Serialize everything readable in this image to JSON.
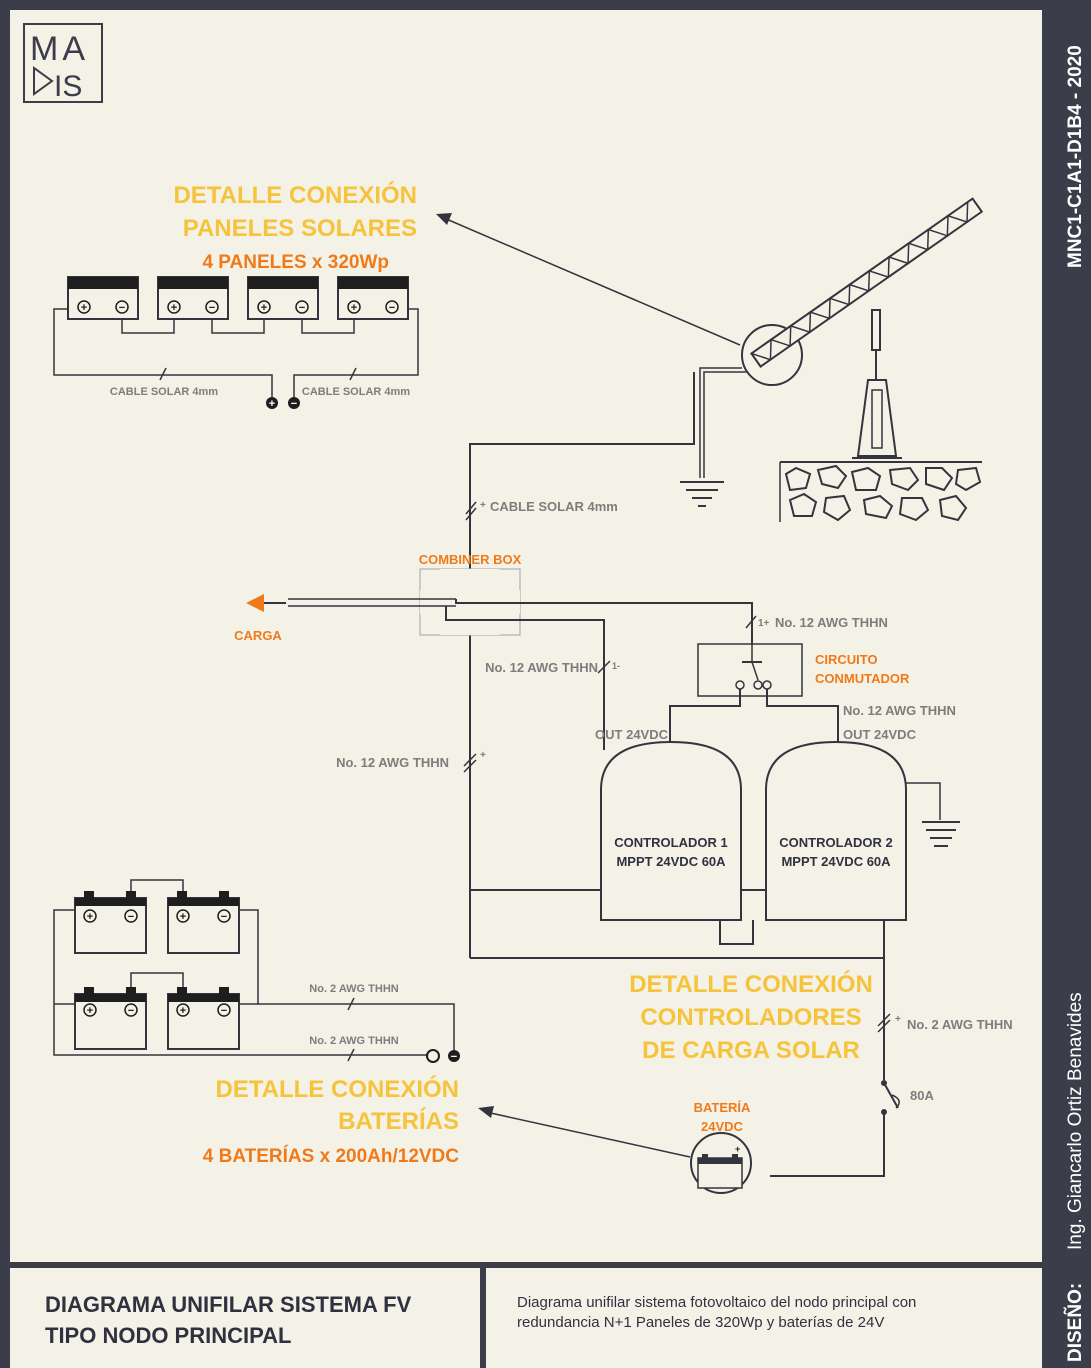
{
  "logo": {
    "line1": "MA",
    "line2": "IS"
  },
  "side": {
    "code": "MNC1-C1A1-D1B4 - 2020",
    "designer": "Ing. Giancarlo Ortiz Benavides",
    "design_label": "DISEÑO:"
  },
  "panels": {
    "title1": "DETALLE CONEXIÓN",
    "title2": "PANELES SOLARES",
    "subtitle": "4 PANELES x 320Wp",
    "cable_left": "CABLE SOLAR 4mm",
    "cable_right": "CABLE SOLAR 4mm",
    "plus": "+",
    "minus": "−"
  },
  "wiring": {
    "cable_solar": "CABLE SOLAR 4mm",
    "combiner": "COMBINER BOX",
    "carga": "CARGA",
    "awg12_top": "No. 12 AWG THHN",
    "awg12_mid": "No. 12 AWG THHN",
    "awg12_left": "No. 12 AWG THHN",
    "awg12_right": "No. 12 AWG THHN",
    "out1": "OUT 24VDC",
    "out2": "OUT 24VDC",
    "circuit1": "CIRCUITO",
    "circuit2": "CONMUTADOR",
    "awg2_right": "No. 2 AWG THHN",
    "breaker": "80A",
    "battery1": "BATERÍA",
    "battery2": "24VDC"
  },
  "controllers": {
    "c1_line1": "CONTROLADOR 1",
    "c1_line2": "MPPT 24VDC 60A",
    "c2_line1": "CONTROLADOR 2",
    "c2_line2": "MPPT 24VDC 60A",
    "title1": "DETALLE CONEXIÓN",
    "title2": "CONTROLADORES",
    "title3": "DE CARGA SOLAR"
  },
  "batteries": {
    "title1": "DETALLE CONEXIÓN",
    "title2": "BATERÍAS",
    "subtitle": "4 BATERÍAS x 200Ah/12VDC",
    "awg_top": "No. 2 AWG THHN",
    "awg_bottom": "No. 2 AWG THHN"
  },
  "footer": {
    "title1": "DIAGRAMA UNIFILAR SISTEMA FV",
    "title2": "TIPO NODO PRINCIPAL",
    "desc1": "Diagrama unifilar sistema fotovoltaico del nodo principal con",
    "desc2": "redundancia N+1 Paneles de 320Wp y baterías de 24V"
  },
  "colors": {
    "background": "#f4f2e6",
    "frame": "#3b3d4a",
    "accent_yellow": "#f6c33c",
    "accent_orange": "#f07a1a"
  }
}
